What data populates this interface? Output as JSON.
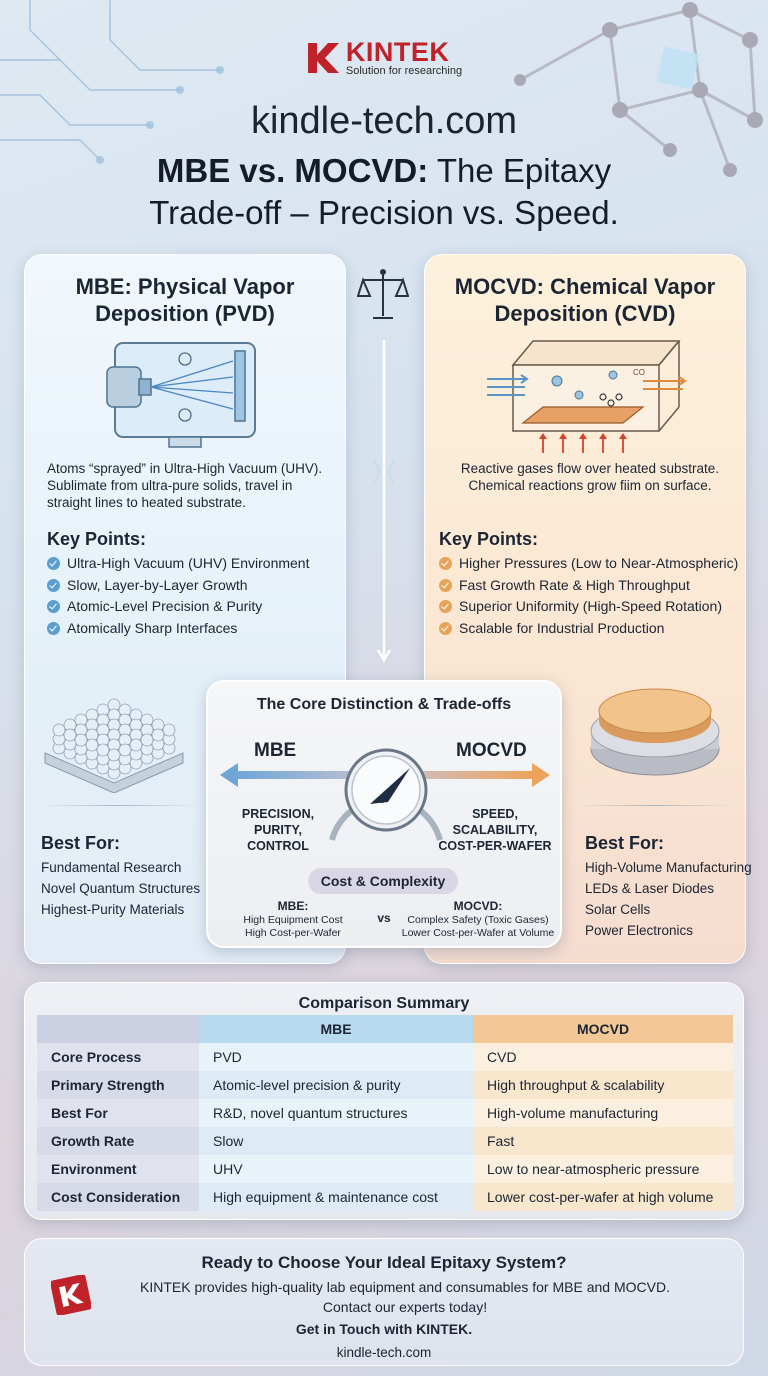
{
  "brand": {
    "name": "KINTEK",
    "tagline": "Solution for researching",
    "site": "kindle-tech.com"
  },
  "title": {
    "bold": "MBE vs. MOCVD:",
    "rest1": " The Epitaxy",
    "line2": "Trade-off – Precision vs. Speed."
  },
  "mbe": {
    "heading_l1": "MBE: Physical Vapor",
    "heading_l2": "Deposition (PVD)",
    "description": "Atoms “sprayed” in Ultra-High Vacuum (UHV). Sublimate from ultra-pure solids, travel in straight lines to heated substrate.",
    "key_points_heading": "Key Points:",
    "key_points": [
      "Ultra-High Vacuum (UHV) Environment",
      "Slow, Layer-by-Layer Growth",
      "Atomic-Level Precision & Purity",
      "Atomically Sharp Interfaces"
    ],
    "best_for_heading": "Best For:",
    "best_for": [
      "Fundamental Research",
      "Novel Quantum Structures",
      "Highest-Purity Materials"
    ]
  },
  "mocvd": {
    "heading_l1": "MOCVD: Chemical Vapor",
    "heading_l2": "Deposition (CVD)",
    "description": "Reactive gases flow over heated substrate. Chemical reactions grow fiim on surface.",
    "key_points_heading": "Key Points:",
    "key_points": [
      "Higher Pressures (Low to Near-Atmospheric)",
      "Fast Growth Rate & High Throughput",
      "Superior Uniformity (High-Speed Rotation)",
      "Scalable for Industrial Production"
    ],
    "best_for_heading": "Best For:",
    "best_for": [
      "High-Volume Manufacturing",
      "LEDs & Laser Diodes",
      "Solar Cells",
      "Power Electronics"
    ],
    "chamber_label": "CO"
  },
  "core": {
    "title": "The Core Distinction & Trade-offs",
    "left_label": "MBE",
    "right_label": "MOCVD",
    "left_attr": [
      "PRECISION,",
      "PURITY,",
      "CONTROL"
    ],
    "right_attr": [
      "SPEED,",
      "SCALABILITY,",
      "COST-PER-WAFER"
    ],
    "cost_title": "Cost & Complexity",
    "cost_mbe_label": "MBE:",
    "cost_mbe": [
      "High Equipment Cost",
      "High Cost-per-Wafer"
    ],
    "vs": "vs",
    "cost_mocvd_label": "MOCVD:",
    "cost_mocvd": [
      "Complex Safety (Toxic Gases)",
      "Lower Cost-per-Wafer at Volume"
    ]
  },
  "summary": {
    "title": "Comparison Summary",
    "headers": [
      "",
      "MBE",
      "MOCVD"
    ],
    "rows": [
      [
        "Core Process",
        "PVD",
        "CVD"
      ],
      [
        "Primary Strength",
        "Atomic-level precision & purity",
        "High throughput & scalability"
      ],
      [
        "Best For",
        "R&D, novel quantum structures",
        "High-volume manufacturing"
      ],
      [
        "Growth Rate",
        "Slow",
        "Fast"
      ],
      [
        "Environment",
        "UHV",
        "Low to near-atmospheric pressure"
      ],
      [
        "Cost Consideration",
        "High equipment & maintenance cost",
        "Lower cost-per-wafer at high volume"
      ]
    ]
  },
  "cta": {
    "heading": "Ready to Choose Your Ideal Epitaxy System?",
    "text_l1": "KINTEK provides high-quality lab equipment and consumables for MBE and MOCVD.",
    "text_l2": "Contact our experts today!",
    "button": "Get in Touch with KINTEK.",
    "url": "kindle-tech.com",
    "stamp": "KINTEK"
  },
  "colors": {
    "brand_red": "#c0222a",
    "mbe_blue": "#5d9ed0",
    "mocvd_orange": "#e6a35a"
  }
}
